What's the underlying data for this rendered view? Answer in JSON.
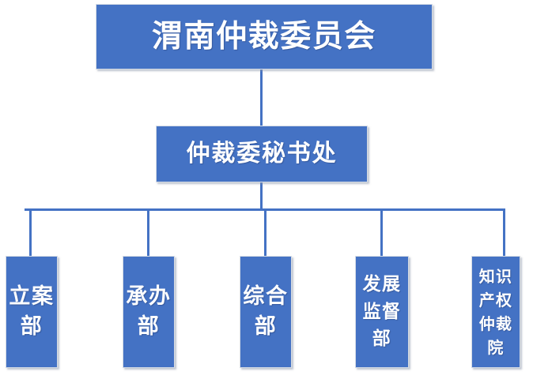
{
  "chart": {
    "type": "org-chart",
    "background_color": "#FFFFFF",
    "node_fill_color": "#4472C4",
    "node_border_color": "#D6DCE5",
    "node_text_color": "#FFFFFF",
    "connector_color": "#4472C4"
  },
  "levels": {
    "root": {
      "label": "渭南仲裁委员会"
    },
    "secretariat": {
      "label": "仲裁委秘书处"
    },
    "departments": [
      {
        "label": "立案部"
      },
      {
        "label": "承办部"
      },
      {
        "label": "综合部"
      },
      {
        "label": "发展\n监督\n部"
      },
      {
        "label": "知识\n产权\n仲裁\n院"
      }
    ]
  }
}
